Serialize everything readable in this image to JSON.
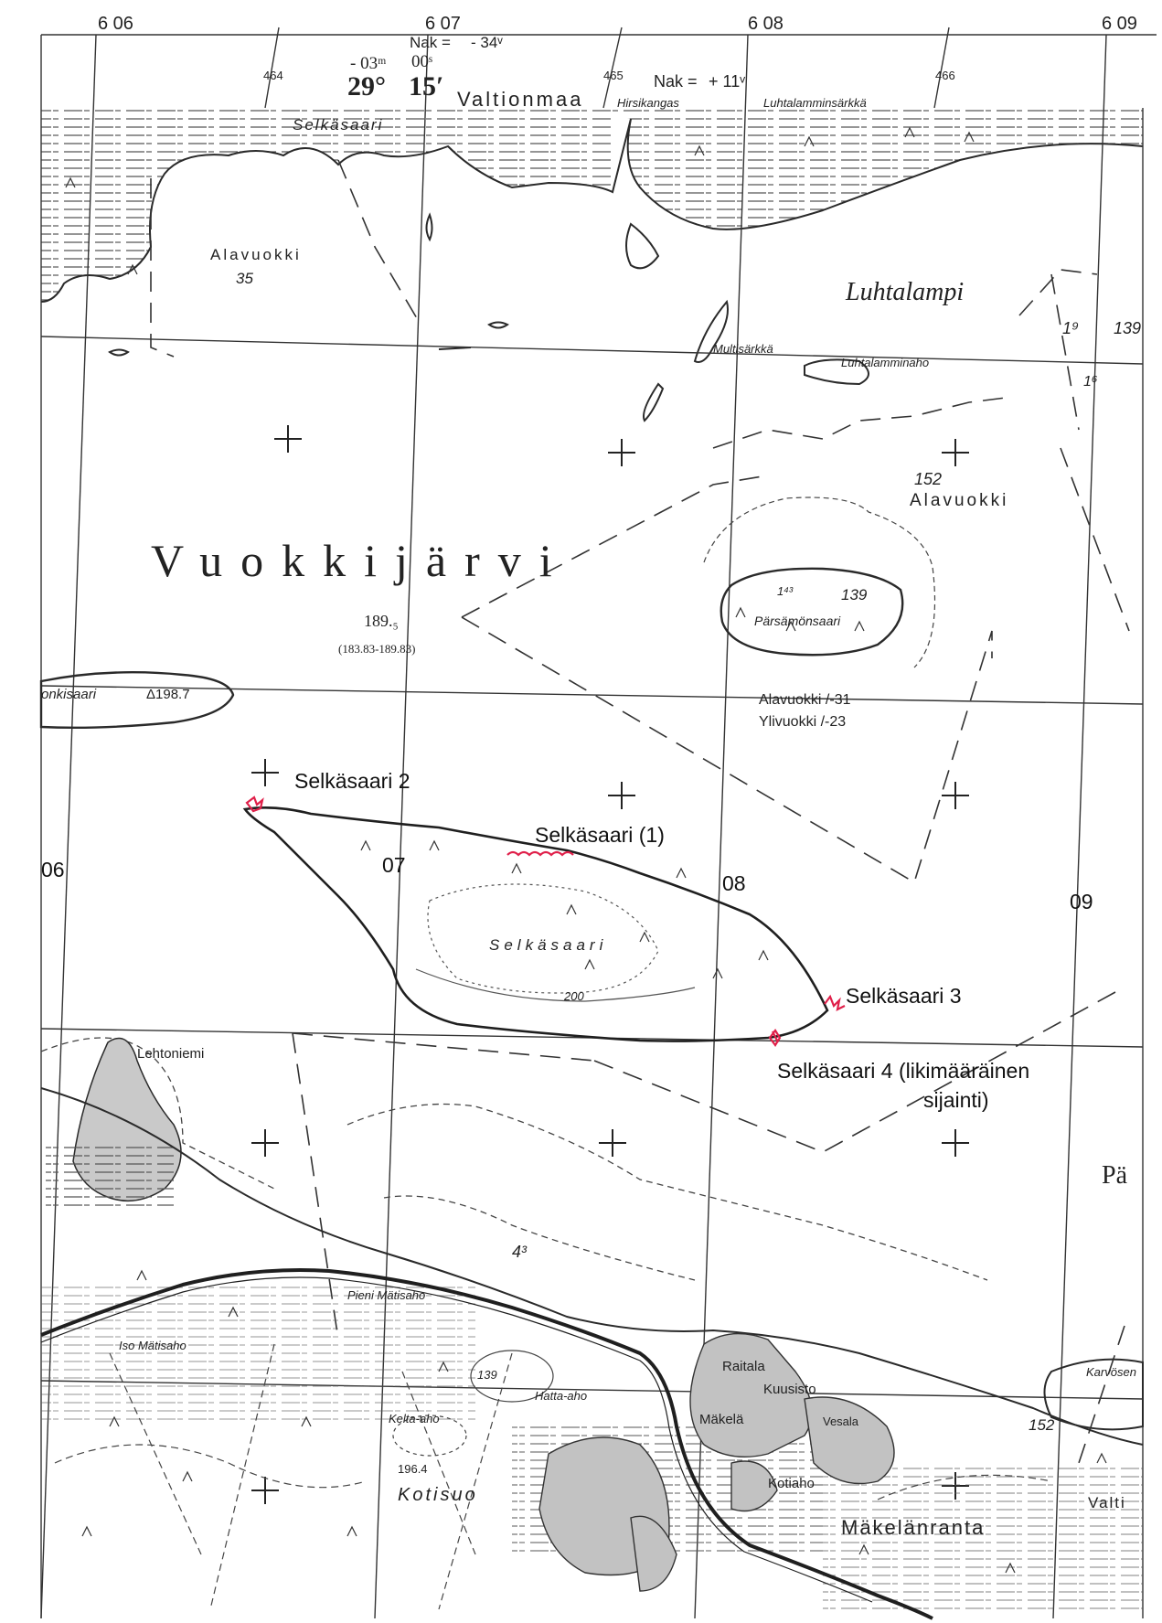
{
  "margin": {
    "top_numbers": [
      "6 06",
      "6 07",
      "6 08",
      "6 09"
    ],
    "edge_numbers": [
      "464",
      "465",
      "466"
    ],
    "nak_top": "Nak =",
    "nak_top_value": "- 34ᵛ",
    "nak_right": "Nak =",
    "nak_right_value": "+ 11ᵛ",
    "time_minutes": "- 03ᵐ",
    "time_seconds": "00ˢ",
    "longitude_deg": "29°",
    "longitude_min": "15′",
    "state_land": "Valtionmaa"
  },
  "place_names": {
    "selkasaari_north": "Selkäsaari",
    "hirsikangas": "Hirsikangas",
    "luhtalamminsarkka": "Luhtalamminsärkkä",
    "alavuokki_nw": "Alavuokki",
    "alavuokki_nw_num": "35",
    "luhtalampi": "Luhtalampi",
    "multisarkka": "Multisärkkä",
    "luhtalamminaho": "Luhtalamminaho",
    "num_19": "1⁹",
    "num_16": "1⁶",
    "num_139_edge": "139",
    "lake_name": "Vuokkijärvi",
    "lake_level": "189.₅",
    "lake_range": "(183.83-189.83)",
    "num_152_ne": "152",
    "alavuokki_ne": "Alavuokki",
    "parsamonsaari": "Pärsämönsaari",
    "num_143": "1⁴³",
    "num_139_island": "139",
    "konkisaari": "onkisaari",
    "konkisaari_height": "Δ198.7",
    "alavuokki_code": "Alavuokki /-31",
    "ylivuokki_code": "Ylivuokki /-23",
    "selkasaari_island": "Selkäsaari",
    "contour_200": "200",
    "lehtoniemi": "Lehtoniemi",
    "num_43": "4³",
    "pa_edge": "Pä",
    "pieni_matisaho": "Pieni Mätisaho",
    "iso_matisaho": "Iso Mätisaho",
    "num_139_south": "139",
    "hatta_aho": "Hatta-aho",
    "kelta_aho": "Kelta-aho",
    "height_196": "196.4",
    "kotisuo": "Kotisuo",
    "raitala": "Raitala",
    "kuusisto": "Kuusisto",
    "makela": "Mäkelä",
    "vesala": "Vesala",
    "kotiaho": "Kotiaho",
    "makelanranta": "Mäkelänranta",
    "karvosen": "Karvösen",
    "num_152_se": "152",
    "valti": "Valti"
  },
  "grid_labels": {
    "g06": "06",
    "g07": "07",
    "g08": "08",
    "g09": "09"
  },
  "annotations": {
    "site2": "Selkäsaari 2",
    "site1": "Selkäsaari (1)",
    "site3": "Selkäsaari 3",
    "site4_line1": "Selkäsaari 4 (likimääräinen",
    "site4_line2": "sijainti)"
  },
  "colors": {
    "ink": "#2a2a2a",
    "field": "#c9c9c9",
    "marker": "#e0204a"
  }
}
